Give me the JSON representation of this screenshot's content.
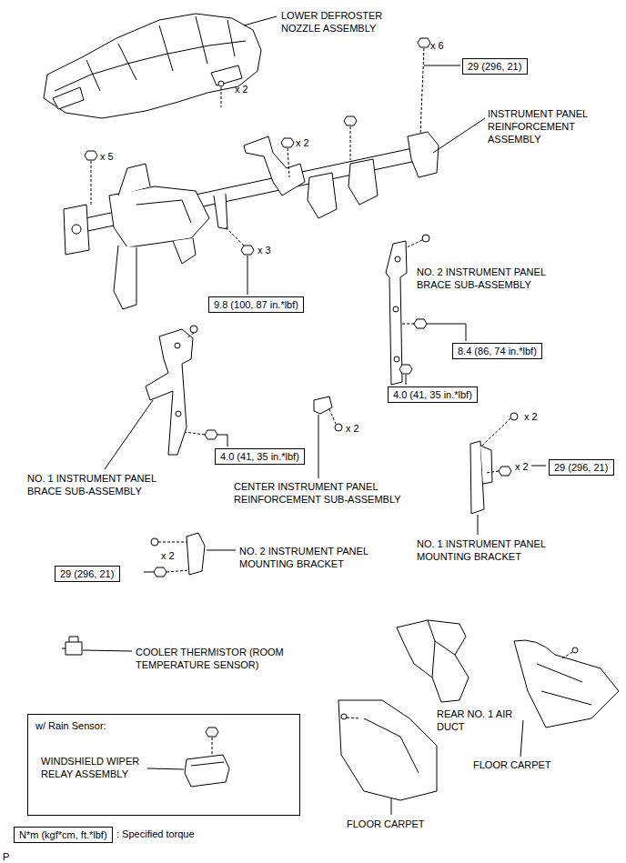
{
  "diagram": {
    "nodes": [
      {
        "text": [
          "29 (296, 21)"
        ]
      },
      {
        "text": [
          "9.8 (100, 87 in.*lbf)"
        ]
      },
      {
        "text": [
          "8.4 (86, 74 in.*lbf)"
        ]
      },
      {
        "text": [
          "4.0 (41, 35 in.*lbf)"
        ]
      },
      {
        "text": [
          "4.0 (41, 35 in.*lbf)"
        ]
      },
      {
        "text": [
          "29 (296, 21)"
        ]
      },
      {
        "text": [
          "29 (296, 21)"
        ]
      },
      {
        "text": [
          "w/ Rain Sensor:",
          "WINDSHIELD WIPER RELAY ASSEMBLY"
        ]
      },
      {
        "text": [
          "N*m (kgf*cm, ft.*lbf)"
        ]
      }
    ],
    "labels": [
      "LOWER DEFROSTER NOZZLE ASSEMBLY",
      "x 2",
      "x 6",
      "INSTRUMENT PANEL REINFORCEMENT ASSEMBLY",
      "x 5",
      "x 2",
      "x 3",
      "NO. 2 INSTRUMENT PANEL BRACE SUB-ASSEMBLY",
      "x 2",
      "x 2",
      "x 2",
      "NO. 1 INSTRUMENT PANEL BRACE SUB-ASSEMBLY",
      "CENTER INSTRUMENT PANEL REINFORCEMENT SUB-ASSEMBLY",
      "x 2",
      "NO. 2 INSTRUMENT PANEL MOUNTING BRACKET",
      "NO. 1 INSTRUMENT PANEL MOUNTING BRACKET",
      "COOLER THERMISTOR (ROOM TEMPERATURE SENSOR)",
      "REAR NO. 1 AIR DUCT",
      "FLOOR CARPET",
      "FLOOR CARPET",
      "P"
    ],
    "legend": [
      {
        "text": ": Specified torque"
      }
    ]
  }
}
